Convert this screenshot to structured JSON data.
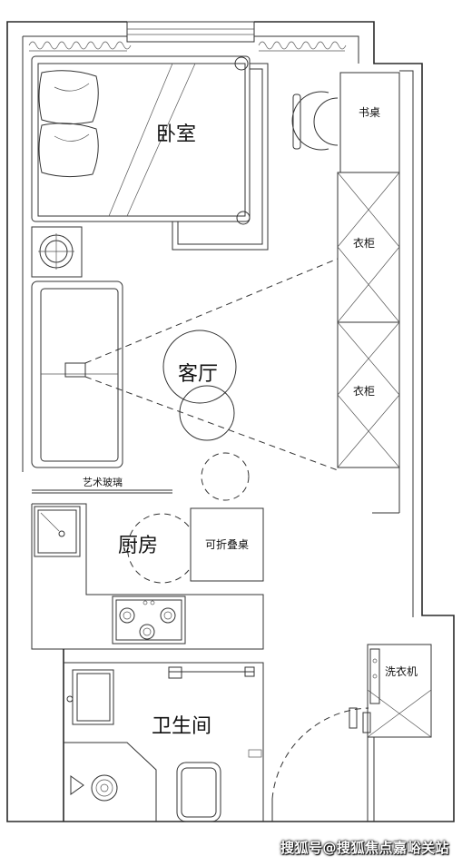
{
  "rooms": {
    "bedroom": "卧室",
    "living_room": "客厅",
    "kitchen": "厨房",
    "bathroom": "卫生间"
  },
  "fixtures": {
    "desk": "书桌",
    "wardrobe_1": "衣柜",
    "wardrobe_2": "衣柜",
    "art_glass": "艺术玻璃",
    "folding_table": "可折叠桌",
    "washing_machine": "洗衣机"
  },
  "watermark": "搜狐号@搜狐焦点嘉峪关站"
}
